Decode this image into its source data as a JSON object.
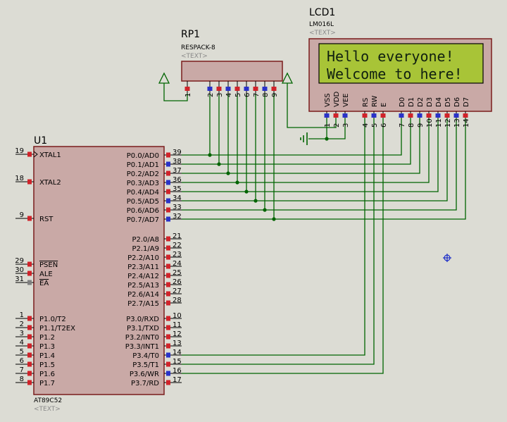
{
  "colors": {
    "background": "#dcdcd4",
    "body_fill": "#c9a9a6",
    "outline": "#7a1c1c",
    "wire": "#006400",
    "lcd_screen": "#a8c437",
    "pin_red": "#d0232a",
    "pin_blue": "#2a32c8",
    "pin_gray": "#808080",
    "crosshair": "#1b2cc8"
  },
  "u1": {
    "ref": "U1",
    "part": "AT89C52",
    "text_placeholder": "<TEXT>",
    "left_pins": [
      {
        "num": "19",
        "label": "XTAL1"
      },
      {
        "num": "18",
        "label": "XTAL2"
      },
      {
        "num": "9",
        "label": "RST"
      },
      {
        "num": "29",
        "label": "PSEN"
      },
      {
        "num": "30",
        "label": "ALE"
      },
      {
        "num": "31",
        "label": "EA"
      },
      {
        "num": "1",
        "label": "P1.0/T2"
      },
      {
        "num": "2",
        "label": "P1.1/T2EX"
      },
      {
        "num": "3",
        "label": "P1.2"
      },
      {
        "num": "4",
        "label": "P1.3"
      },
      {
        "num": "5",
        "label": "P1.4"
      },
      {
        "num": "6",
        "label": "P1.5"
      },
      {
        "num": "7",
        "label": "P1.6"
      },
      {
        "num": "8",
        "label": "P1.7"
      }
    ],
    "right_pins": [
      {
        "num": "39",
        "label": "P0.0/AD0"
      },
      {
        "num": "38",
        "label": "P0.1/AD1"
      },
      {
        "num": "37",
        "label": "P0.2/AD2"
      },
      {
        "num": "36",
        "label": "P0.3/AD3"
      },
      {
        "num": "35",
        "label": "P0.4/AD4"
      },
      {
        "num": "34",
        "label": "P0.5/AD5"
      },
      {
        "num": "33",
        "label": "P0.6/AD6"
      },
      {
        "num": "32",
        "label": "P0.7/AD7"
      },
      {
        "num": "21",
        "label": "P2.0/A8"
      },
      {
        "num": "22",
        "label": "P2.1/A9"
      },
      {
        "num": "23",
        "label": "P2.2/A10"
      },
      {
        "num": "24",
        "label": "P2.3/A11"
      },
      {
        "num": "25",
        "label": "P2.4/A12"
      },
      {
        "num": "26",
        "label": "P2.5/A13"
      },
      {
        "num": "27",
        "label": "P2.6/A14"
      },
      {
        "num": "28",
        "label": "P2.7/A15"
      },
      {
        "num": "10",
        "label": "P3.0/RXD"
      },
      {
        "num": "11",
        "label": "P3.1/TXD"
      },
      {
        "num": "12",
        "label": "P3.2/INT0"
      },
      {
        "num": "13",
        "label": "P3.3/INT1"
      },
      {
        "num": "14",
        "label": "P3.4/T0"
      },
      {
        "num": "15",
        "label": "P3.5/T1"
      },
      {
        "num": "16",
        "label": "P3.6/WR"
      },
      {
        "num": "17",
        "label": "P3.7/RD"
      }
    ]
  },
  "rp1": {
    "ref": "RP1",
    "part": "RESPACK-8",
    "text_placeholder": "<TEXT>",
    "pins": [
      "1",
      "2",
      "3",
      "4",
      "5",
      "6",
      "7",
      "8",
      "9"
    ]
  },
  "lcd1": {
    "ref": "LCD1",
    "part": "LM016L",
    "text_placeholder": "<TEXT>",
    "line1": "Hello everyone!",
    "line2": "Welcome to here!",
    "pin_labels": [
      "VSS",
      "VDD",
      "VEE",
      "RS",
      "RW",
      "E",
      "D0",
      "D1",
      "D2",
      "D3",
      "D4",
      "D5",
      "D6",
      "D7"
    ],
    "pin_numbers": [
      "1",
      "2",
      "3",
      "4",
      "5",
      "6",
      "7",
      "8",
      "9",
      "10",
      "11",
      "12",
      "13",
      "14"
    ]
  }
}
